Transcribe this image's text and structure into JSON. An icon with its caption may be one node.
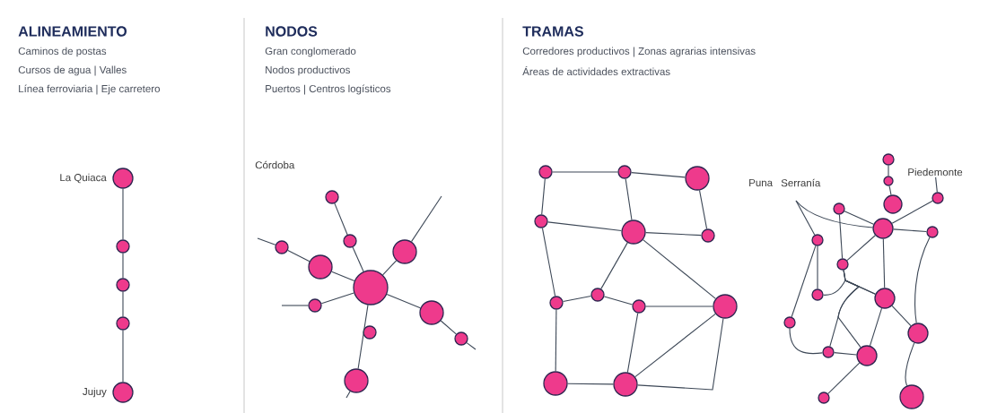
{
  "diagram": {
    "nodes": [
      {
        "text": [],
        "shape": "circle",
        "beside": [
          "La Quiaca"
        ]
      },
      {
        "text": [],
        "shape": "circle"
      },
      {
        "text": [],
        "shape": "circle"
      },
      {
        "text": [],
        "shape": "circle"
      },
      {
        "text": [],
        "shape": "circle",
        "beside": [
          "Jujuy"
        ]
      },
      {
        "text": [],
        "shape": "circle"
      },
      {
        "text": [],
        "shape": "circle"
      },
      {
        "text": [],
        "shape": "circle"
      },
      {
        "text": [],
        "shape": "circle"
      },
      {
        "text": [],
        "shape": "circle"
      },
      {
        "text": [],
        "shape": "circle"
      },
      {
        "text": [],
        "shape": "circle"
      },
      {
        "text": [],
        "shape": "circle"
      },
      {
        "text": [],
        "shape": "circle"
      },
      {
        "text": [],
        "shape": "circle"
      },
      {
        "text": [],
        "shape": "circle"
      },
      {
        "text": [],
        "shape": "circle"
      },
      {
        "text": [],
        "shape": "circle"
      },
      {
        "text": [],
        "shape": "circle"
      },
      {
        "text": [],
        "shape": "circle"
      },
      {
        "text": [],
        "shape": "circle"
      },
      {
        "text": [],
        "shape": "circle"
      },
      {
        "text": [],
        "shape": "circle"
      },
      {
        "text": [],
        "shape": "circle"
      },
      {
        "text": [],
        "shape": "circle"
      },
      {
        "text": [],
        "shape": "circle"
      },
      {
        "text": [],
        "shape": "circle"
      },
      {
        "text": [],
        "shape": "circle"
      },
      {
        "text": [],
        "shape": "circle"
      },
      {
        "text": [],
        "shape": "circle"
      },
      {
        "text": [],
        "shape": "circle"
      },
      {
        "text": [],
        "shape": "circle"
      },
      {
        "text": [],
        "shape": "circle"
      },
      {
        "text": [],
        "shape": "circle"
      },
      {
        "text": [],
        "shape": "circle"
      },
      {
        "text": [],
        "shape": "circle"
      },
      {
        "text": [],
        "shape": "circle"
      },
      {
        "text": [],
        "shape": "circle"
      },
      {
        "text": [],
        "shape": "circle"
      },
      {
        "text": [],
        "shape": "circle"
      },
      {
        "text": [],
        "shape": "circle"
      },
      {
        "text": [],
        "shape": "circle"
      },
      {
        "text": [],
        "shape": "circle"
      },
      {
        "text": [],
        "shape": "circle"
      },
      {
        "text": [],
        "shape": "circle"
      },
      {
        "text": [
          "Piedemonte"
        ]
      }
    ],
    "edges": [
      {
        "from": 0,
        "to": 1,
        "arrow": "none"
      },
      {
        "from": 1,
        "to": 2,
        "arrow": "none"
      },
      {
        "from": 2,
        "to": 3,
        "arrow": "none"
      },
      {
        "from": 3,
        "to": 4,
        "arrow": "none"
      },
      {
        "from": null,
        "to": 8,
        "arrow": "none"
      },
      {
        "from": 8,
        "to": 9,
        "arrow": "none"
      },
      {
        "from": 9,
        "to": 10,
        "arrow": "none"
      },
      {
        "from": null,
        "to": 7,
        "arrow": "none"
      },
      {
        "from": 7,
        "to": 10,
        "arrow": "none"
      },
      {
        "from": null,
        "to": 11,
        "arrow": "none"
      },
      {
        "from": 11,
        "to": 10,
        "arrow": "none"
      },
      {
        "from": 5,
        "to": 6,
        "arrow": "none"
      },
      {
        "from": 6,
        "to": 10,
        "arrow": "none"
      },
      {
        "from": 10,
        "to": 13,
        "arrow": "none"
      },
      {
        "from": 13,
        "to": 14,
        "arrow": "none"
      },
      {
        "from": 14,
        "to": null,
        "arrow": "none"
      },
      {
        "from": 10,
        "to": 15,
        "arrow": "none"
      },
      {
        "from": 15,
        "to": null,
        "arrow": "none"
      },
      {
        "from": 16,
        "to": 17,
        "arrow": "none"
      },
      {
        "from": 17,
        "to": 18,
        "arrow": "none"
      },
      {
        "from": 18,
        "to": 21,
        "arrow": "none"
      },
      {
        "from": 16,
        "to": 19,
        "arrow": "none"
      },
      {
        "from": 17,
        "to": 20,
        "arrow": "none"
      },
      {
        "from": 19,
        "to": 20,
        "arrow": "none"
      },
      {
        "from": 20,
        "to": 21,
        "arrow": "none"
      },
      {
        "from": 20,
        "to": 23,
        "arrow": "none"
      },
      {
        "from": 20,
        "to": 25,
        "arrow": "none"
      },
      {
        "from": 19,
        "to": 22,
        "arrow": "none"
      },
      {
        "from": 22,
        "to": 23,
        "arrow": "none"
      },
      {
        "from": 23,
        "to": 24,
        "arrow": "none"
      },
      {
        "from": 24,
        "to": 25,
        "arrow": "none"
      },
      {
        "from": 22,
        "to": 26,
        "arrow": "none"
      },
      {
        "from": 24,
        "to": 27,
        "arrow": "none"
      },
      {
        "from": 26,
        "to": 27,
        "arrow": "none"
      },
      {
        "from": 27,
        "to": 25,
        "arrow": "none"
      },
      {
        "from": 27,
        "to": 25,
        "arrow": "none"
      },
      {
        "from": 28,
        "to": 29,
        "arrow": "none"
      },
      {
        "from": 29,
        "to": 30,
        "arrow": "none"
      },
      {
        "from": null,
        "to": 32,
        "arrow": "none"
      },
      {
        "from": null,
        "to": 35,
        "arrow": "none"
      },
      {
        "from": 35,
        "to": 37,
        "arrow": "none"
      },
      {
        "from": 35,
        "to": 39,
        "arrow": "none"
      },
      {
        "from": 39,
        "to": 41,
        "arrow": "none"
      },
      {
        "from": 41,
        "to": 42,
        "arrow": "none"
      },
      {
        "from": 34,
        "to": 32,
        "arrow": "none"
      },
      {
        "from": 34,
        "to": 36,
        "arrow": "none"
      },
      {
        "from": 36,
        "to": 32,
        "arrow": "none"
      },
      {
        "from": 36,
        "to": 38,
        "arrow": "none"
      },
      {
        "from": 37,
        "to": 38,
        "arrow": "none"
      },
      {
        "from": 36,
        "to": 41,
        "arrow": "none"
      },
      {
        "from": 36,
        "to": 42,
        "arrow": "none"
      },
      {
        "from": 32,
        "to": 38,
        "arrow": "none"
      },
      {
        "from": 32,
        "to": 31,
        "arrow": "none"
      },
      {
        "from": 32,
        "to": 33,
        "arrow": "none"
      },
      {
        "from": 45,
        "to": 31,
        "arrow": "none"
      },
      {
        "from": 33,
        "to": 40,
        "arrow": "none"
      },
      {
        "from": 38,
        "to": 40,
        "arrow": "none"
      },
      {
        "from": 40,
        "to": 44,
        "arrow": "none"
      },
      {
        "from": 42,
        "to": 43,
        "arrow": "none"
      },
      {
        "from": 38,
        "to": 42,
        "arrow": "none"
      }
    ],
    "labels": [
      "ALINEAMIENTO",
      "Caminos de postas",
      "Cursos de agua | Valles",
      "Línea ferroviaria | Eje carretero",
      "NODOS",
      "Gran conglomerado",
      "Nodos productivos",
      "Puertos | Centros logísticos",
      "TRAMAS",
      "Corredores productivos | Zonas agrarias intensivas",
      "Áreas de actividades extractivas",
      "Córdoba",
      "Puna",
      "Serranía"
    ]
  }
}
